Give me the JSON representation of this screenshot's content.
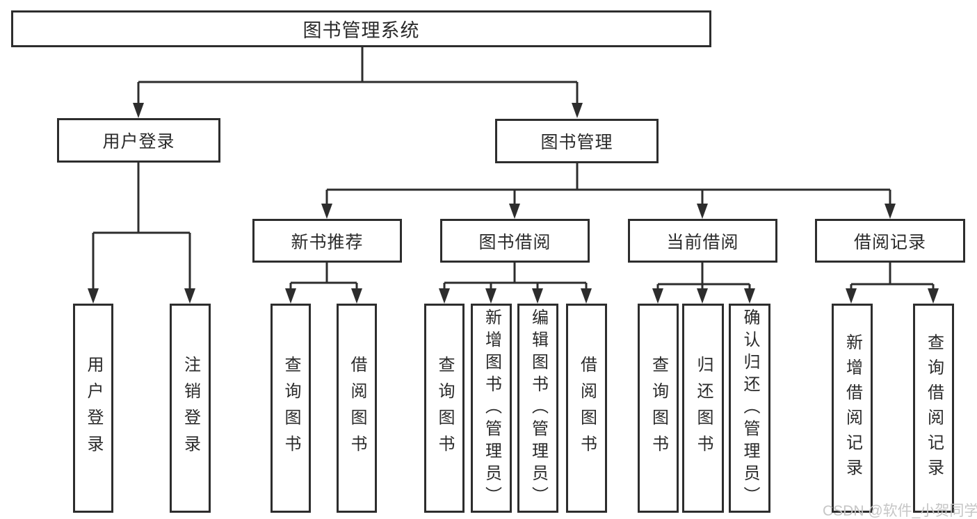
{
  "nodes": {
    "root": "图书管理系统",
    "userLogin": "用户登录",
    "bookManagement": "图书管理",
    "newBookRecommend": "新书推荐",
    "bookBorrow": "图书借阅",
    "currentBorrow": "当前借阅",
    "borrowRecord": "借阅记录",
    "leafUserLogin": "用户登录",
    "leafLogout": "注销登录",
    "leafQueryBookA": "查询图书",
    "leafBorrowBookA": "借阅图书",
    "leafQueryBookB": "查询图书",
    "leafAddBook": "新增图书（管理员）",
    "leafEditBook": "编辑图书（管理员）",
    "leafBorrowBookB": "借阅图书",
    "leafQueryBookC": "查询图书",
    "leafReturnBook": "归还图书",
    "leafConfirmReturn": "确认归还（管理员）",
    "leafAddBorrowRecord": "新增借阅记录",
    "leafQueryBorrowRecord": "查询借阅记录"
  },
  "watermark": "CSDN @软件_小贺同学",
  "colors": {
    "line": "#2d2d2d",
    "text": "#2a2a2a",
    "watermark": "#c6c6c6",
    "background": "#ffffff"
  }
}
